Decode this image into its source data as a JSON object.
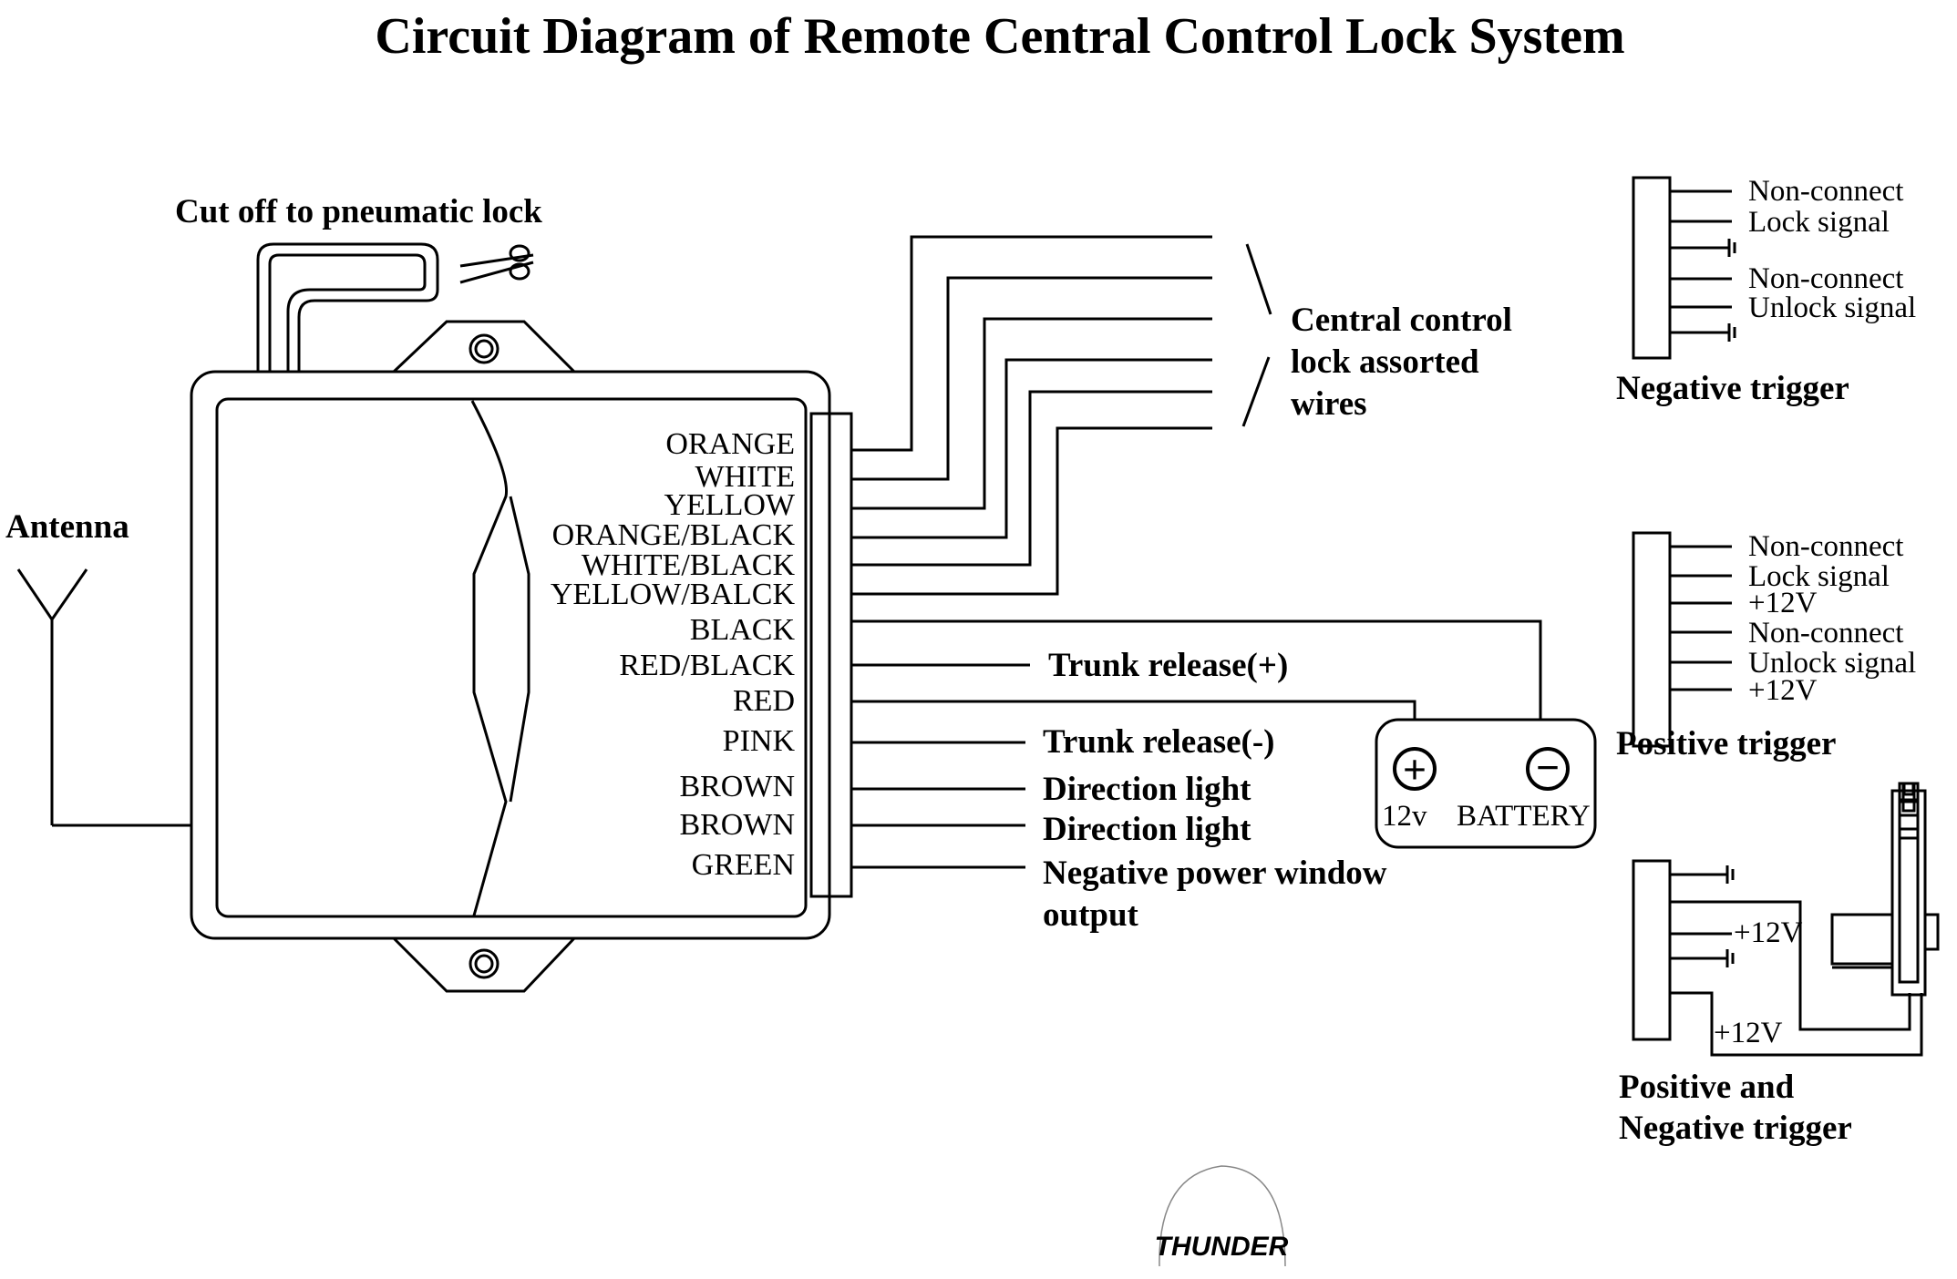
{
  "title": "Circuit Diagram of Remote Central Control Lock System",
  "cut_off_label": "Cut off to pneumatic lock",
  "antenna_label": "Antenna",
  "wire_colors": [
    "ORANGE",
    "WHITE",
    "YELLOW",
    "ORANGE/BLACK",
    "WHITE/BLACK",
    "YELLOW/BALCK",
    "BLACK",
    "RED/BLACK",
    "RED",
    "PINK",
    "BROWN",
    "BROWN",
    "GREEN"
  ],
  "central_lock_label": [
    "Central control",
    "lock assorted",
    "wires"
  ],
  "outputs": {
    "trunk_release_pos": "Trunk release(+)",
    "trunk_release_neg": "Trunk release(-)",
    "direction_light_1": "Direction light",
    "direction_light_2": "Direction light",
    "power_window_1": "Negative power window",
    "power_window_2": "output"
  },
  "battery": {
    "voltage": "12v",
    "label": "BATTERY",
    "plus_symbol": "+",
    "minus_symbol": "−"
  },
  "negative_trigger": {
    "title": "Negative trigger",
    "pins": [
      "Non-connect",
      "Lock signal",
      "Non-connect",
      "Unlock signal"
    ]
  },
  "positive_trigger": {
    "title": "Positive trigger",
    "pins": [
      "Non-connect",
      "Lock signal",
      "+12V",
      "Non-connect",
      "Unlock signal",
      "+12V"
    ]
  },
  "pos_neg_trigger": {
    "title_line1": "Positive and",
    "title_line2": "Negative trigger",
    "v1": "+12V",
    "v2": "+12V"
  },
  "logo": "THUNDER"
}
